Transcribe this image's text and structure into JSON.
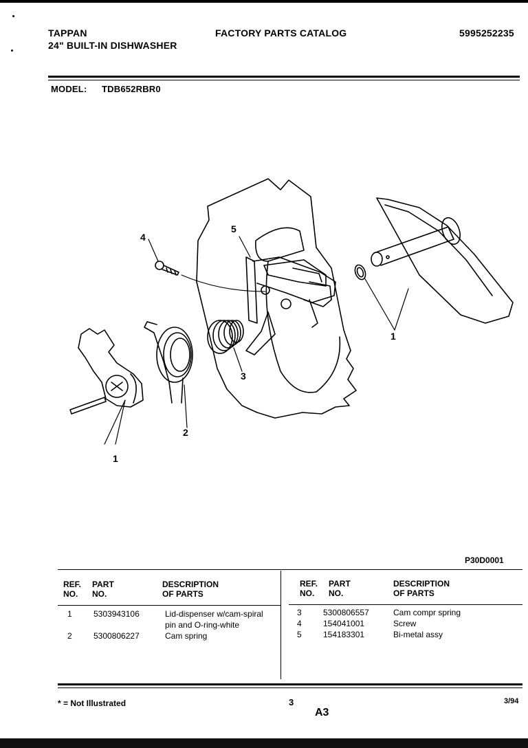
{
  "header": {
    "brand": "TAPPAN",
    "product": "24\" BUILT-IN DISHWASHER",
    "catalog": "FACTORY PARTS CATALOG",
    "catalog_number": "5995252235",
    "model_label": "MODEL:",
    "model_value": "TDB652RBR0"
  },
  "diagram": {
    "callouts": [
      "1",
      "1",
      "2",
      "3",
      "4",
      "5"
    ],
    "code": "P30D0001"
  },
  "table": {
    "headers": {
      "ref": [
        "REF.",
        "NO."
      ],
      "part": [
        "PART",
        "NO."
      ],
      "desc": [
        "DESCRIPTION",
        "OF PARTS"
      ]
    },
    "left_rows": [
      {
        "ref": "1",
        "part": "5303943106",
        "desc": [
          "Lid-dispenser w/cam-spiral",
          "pin and O-ring-white"
        ]
      },
      {
        "ref": "2",
        "part": "5300806227",
        "desc": [
          "Cam spring"
        ]
      }
    ],
    "right_rows": [
      {
        "ref": "3",
        "part": "5300806557",
        "desc": [
          "Cam compr spring"
        ]
      },
      {
        "ref": "4",
        "part": "154041001",
        "desc": [
          "Screw"
        ]
      },
      {
        "ref": "5",
        "part": "154183301",
        "desc": [
          "Bi-metal assy"
        ]
      }
    ]
  },
  "footer": {
    "note": "* = Not Illustrated",
    "page": "3",
    "section": "A3",
    "date": "3/94"
  }
}
